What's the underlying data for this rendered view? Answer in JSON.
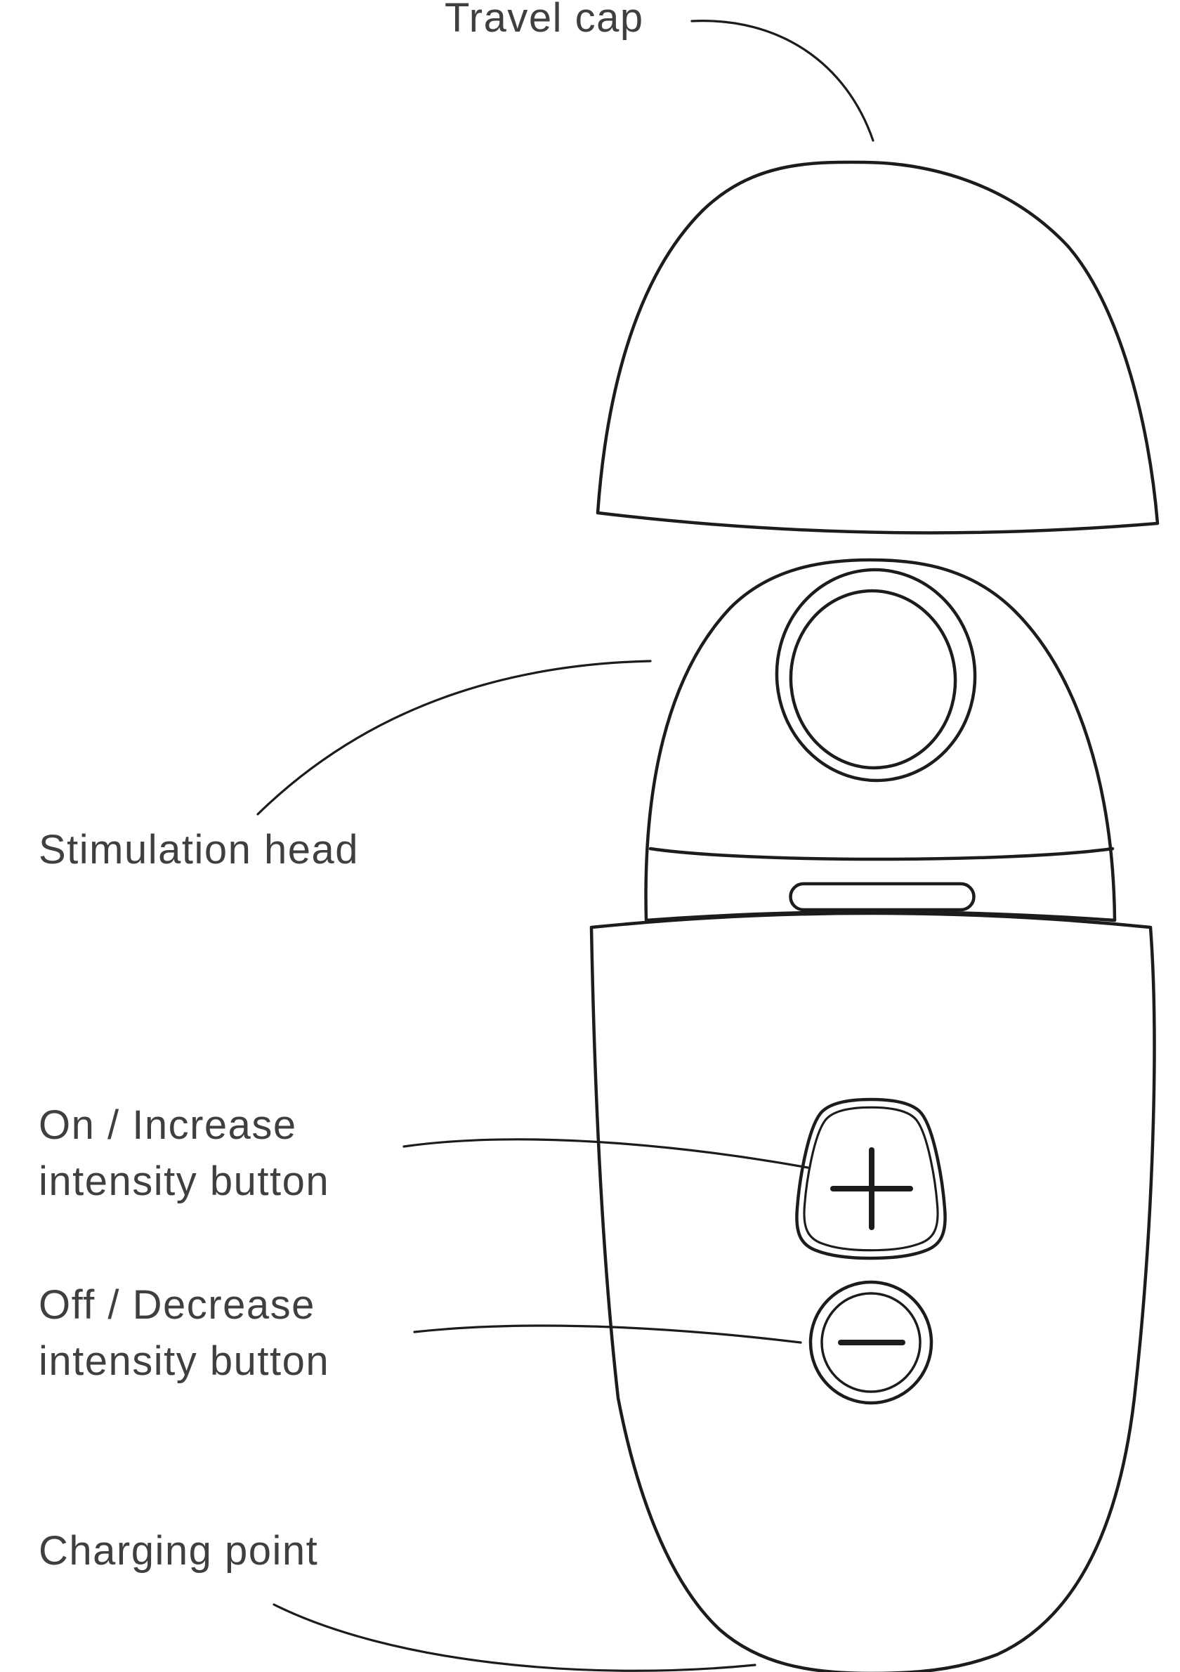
{
  "figure": {
    "type": "product-parts-diagram",
    "background": "#ffffff",
    "line_color": "#1c1c1b",
    "text_color": "#3f3f3e"
  },
  "labels": {
    "travel_cap": "Travel cap",
    "stimulation_head": "Stimulation head",
    "on_increase": {
      "line1": "On / Increase",
      "line2": "intensity button"
    },
    "off_decrease": {
      "line1": "Off / Decrease",
      "line2": "intensity button"
    },
    "charging_point": "Charging point"
  },
  "icons": {
    "increase": "plus-icon",
    "decrease": "minus-icon"
  }
}
